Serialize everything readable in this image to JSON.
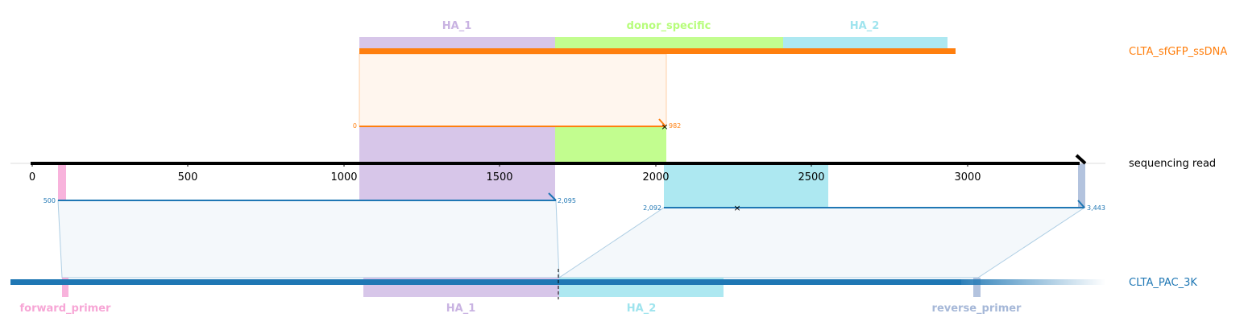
{
  "colors": {
    "orange": "#ff7f0e",
    "blue": "#1f77b4",
    "purple": "#c9b3e2",
    "green": "#b7fd7b",
    "cyan": "#9fe4ee",
    "pink": "#f7a6d6",
    "steel": "#a6b8d8",
    "black": "#000000"
  },
  "read": {
    "name": "sequencing read",
    "ticks": [
      "0",
      "500",
      "1000",
      "1500",
      "2000",
      "2500",
      "3000"
    ]
  },
  "donor": {
    "name": "CLTA_sfGFP_ssDNA",
    "features": [
      {
        "label": "HA_1",
        "color": "#c9b3e2"
      },
      {
        "label": "donor_specific",
        "color": "#b7fd7b"
      },
      {
        "label": "HA_2",
        "color": "#9fe4ee"
      }
    ],
    "alignment": {
      "start_label": "0",
      "end_label": "982"
    }
  },
  "target": {
    "name": "CLTA_PAC_3K",
    "features": [
      {
        "label": "forward_primer",
        "color": "#f7a6d6"
      },
      {
        "label": "HA_1",
        "color": "#c9b3e2"
      },
      {
        "label": "HA_2",
        "color": "#9fe4ee"
      },
      {
        "label": "reverse_primer",
        "color": "#a6b8d8"
      }
    ],
    "alignment_1": {
      "start_label": "500",
      "end_label": "2,095"
    },
    "alignment_2": {
      "start_label": "2,092",
      "end_label": "3,443"
    }
  }
}
